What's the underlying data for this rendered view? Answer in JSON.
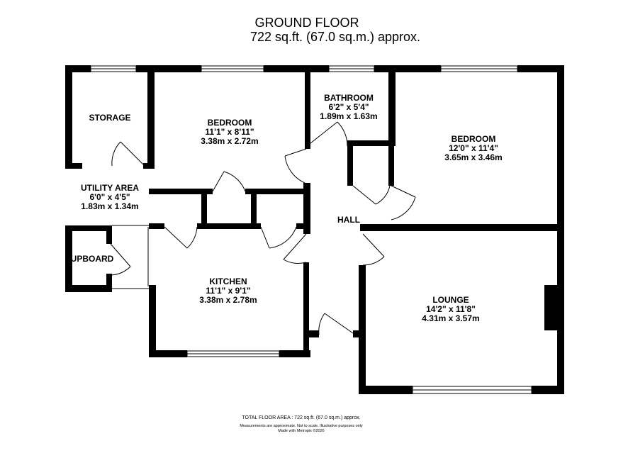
{
  "header": {
    "title": "GROUND FLOOR",
    "subtitle": "722 sq.ft. (67.0 sq.m.) approx."
  },
  "rooms": {
    "storage": {
      "name": "STORAGE"
    },
    "bedroom1": {
      "name": "BEDROOM",
      "imperial": "11'1\" x 8'11\"",
      "metric": "3.38m x 2.72m"
    },
    "bathroom": {
      "name": "BATHROOM",
      "imperial": "6'2\" x 5'4\"",
      "metric": "1.89m x 1.63m"
    },
    "bedroom2": {
      "name": "BEDROOM",
      "imperial": "12'0\" x 11'4\"",
      "metric": "3.65m x 3.46m"
    },
    "utility": {
      "name": "UTILITY AREA",
      "imperial": "6'0\" x 4'5\"",
      "metric": "1.83m x 1.34m"
    },
    "cupboard": {
      "name": "UPBOARD"
    },
    "hall": {
      "name": "HALL"
    },
    "kitchen": {
      "name": "KITCHEN",
      "imperial": "11'1\" x 9'1\"",
      "metric": "3.38m x 2.78m"
    },
    "lounge": {
      "name": "LOUNGE",
      "imperial": "14'2\" x 11'8\"",
      "metric": "4.31m x 3.57m"
    }
  },
  "footer": {
    "total": "TOTAL FLOOR AREA : 722 sq.ft. (67.0 sq.m.) approx.",
    "disclaimer": "Measurements are approximate.  Not to scale.  Illustrative purposes only",
    "credit": "Made with Metropix ©2026"
  }
}
